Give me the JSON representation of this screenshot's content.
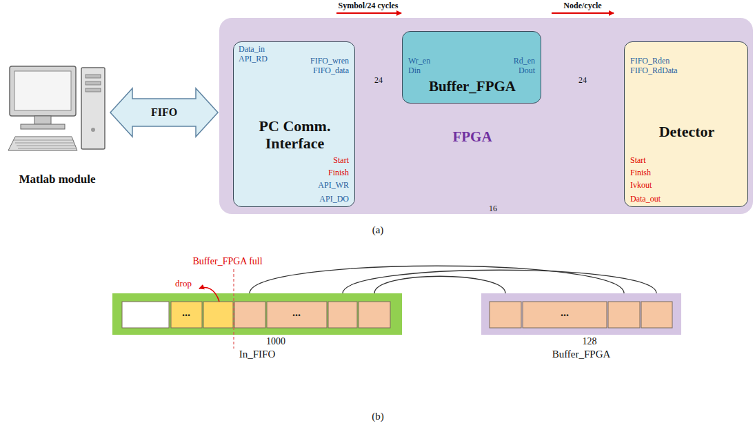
{
  "diagram": {
    "nodes": [
      {
        "text": [
          "Matlab module"
        ]
      },
      {
        "text": [
          "FPGA"
        ]
      },
      {
        "text": [
          "PC Comm. Interface"
        ],
        "in": 1
      },
      {
        "text": [
          "Buffer_FPGA"
        ],
        "in": 1
      },
      {
        "text": [
          "Detector"
        ],
        "in": 1
      },
      {
        "text": [
          "In_FIFO"
        ]
      },
      {
        "text": [
          "Buffer_FPGA"
        ]
      }
    ],
    "edges": [
      {
        "from": 0,
        "to": 1,
        "label": "FIFO",
        "arrow": "both"
      },
      {
        "from": 2,
        "to": 3,
        "arrow": "none"
      },
      {
        "from": 2,
        "to": 3,
        "label": "24",
        "arrow": "none"
      },
      {
        "from": 3,
        "to": 4,
        "arrow": "none"
      },
      {
        "from": 3,
        "to": 4,
        "label": "24",
        "arrow": "none"
      },
      {
        "from": 2,
        "to": 4,
        "arrow": "none"
      },
      {
        "from": 2,
        "to": 4,
        "arrow": "none"
      },
      {
        "from": 2,
        "to": 4,
        "arrow": "none"
      },
      {
        "from": 2,
        "to": 4,
        "label": "16",
        "arrow": "none"
      },
      {
        "from": 5,
        "to": 6,
        "arrow": "none"
      },
      {
        "from": 5,
        "to": 6,
        "arrow": "none"
      },
      {
        "from": 5,
        "to": 6,
        "arrow": "none"
      }
    ],
    "labels": [
      "Symbol/24 cycles",
      "Node/cycle",
      "Data_in",
      "API_RD",
      "FIFO_wren",
      "FIFO_data",
      "Start",
      "Finish",
      "API_WR",
      "API_DO",
      "Wr_en",
      "Din",
      "Rd_en",
      "Dout",
      "FIFO_Rden",
      "FIFO_RdData",
      "Start",
      "Finish",
      "Ivkout",
      "Data_out",
      "(a)",
      "Buffer_FPGA full",
      "drop",
      "...",
      "...",
      "...",
      "1000",
      "128",
      "(b)"
    ]
  }
}
